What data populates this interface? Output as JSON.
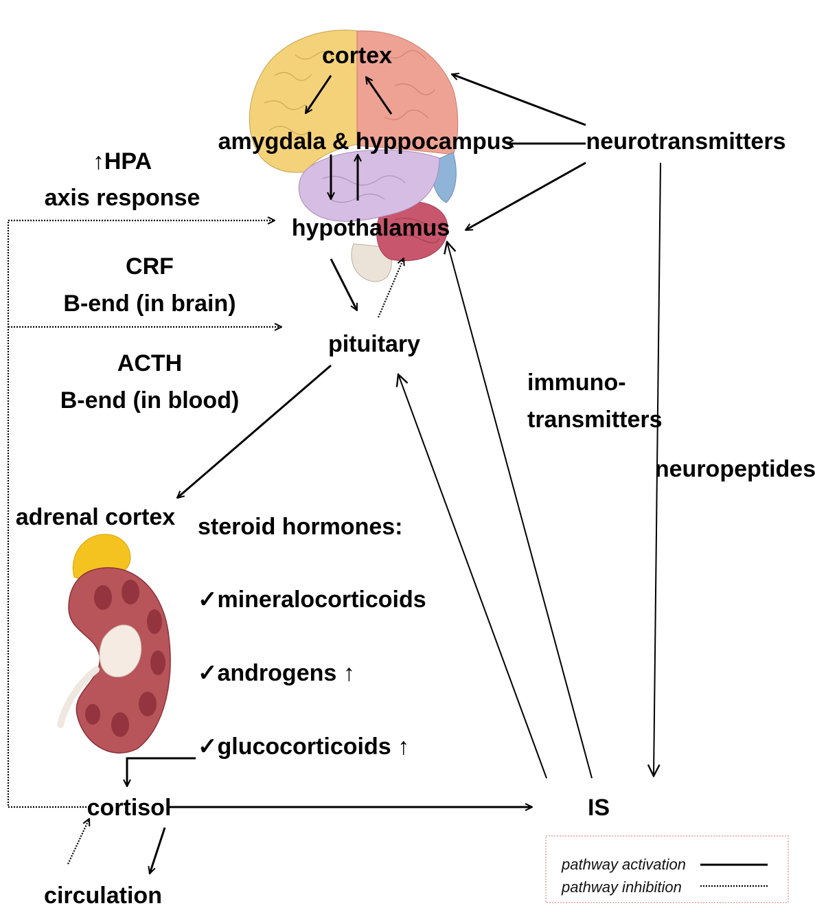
{
  "labels": {
    "cortex": "cortex",
    "amygdala": "amygdala & hyppocampus",
    "hypothalamus": "hypothalamus",
    "pituitary": "pituitary",
    "neurotransmitters": "neurotransmitters",
    "immuno_1": "immuno-",
    "immuno_2": "transmitters",
    "neuropeptides": "neuropeptides",
    "hpa_1": "↑HPA",
    "hpa_2": "axis response",
    "crf_1": "CRF",
    "crf_2": "B-end (in brain)",
    "acth_1": "ACTH",
    "acth_2": "B-end (in blood)",
    "adrenal_cortex": "adrenal cortex",
    "steroid_hormones": "steroid hormones:",
    "mineralocorticoids": "✓mineralocorticoids",
    "androgens": "✓androgens ↑",
    "glucocorticoids": "✓glucocorticoids ↑",
    "cortisol": "cortisol",
    "is": "IS",
    "circulation": "circulation"
  },
  "legend": {
    "activation": "pathway activation",
    "inhibition": "pathway inhibition"
  },
  "colors": {
    "frontal_lobe": "#f3d27a",
    "parietal_lobe": "#eea294",
    "temporal_lobe": "#d6bde3",
    "occipital_lobe": "#8fb4d8",
    "cerebellum": "#c8566c",
    "brainstem": "#ece3d8",
    "adrenal_gland": "#f4c320",
    "kidney": "#b8555b",
    "legend_border": "#e08a84"
  }
}
